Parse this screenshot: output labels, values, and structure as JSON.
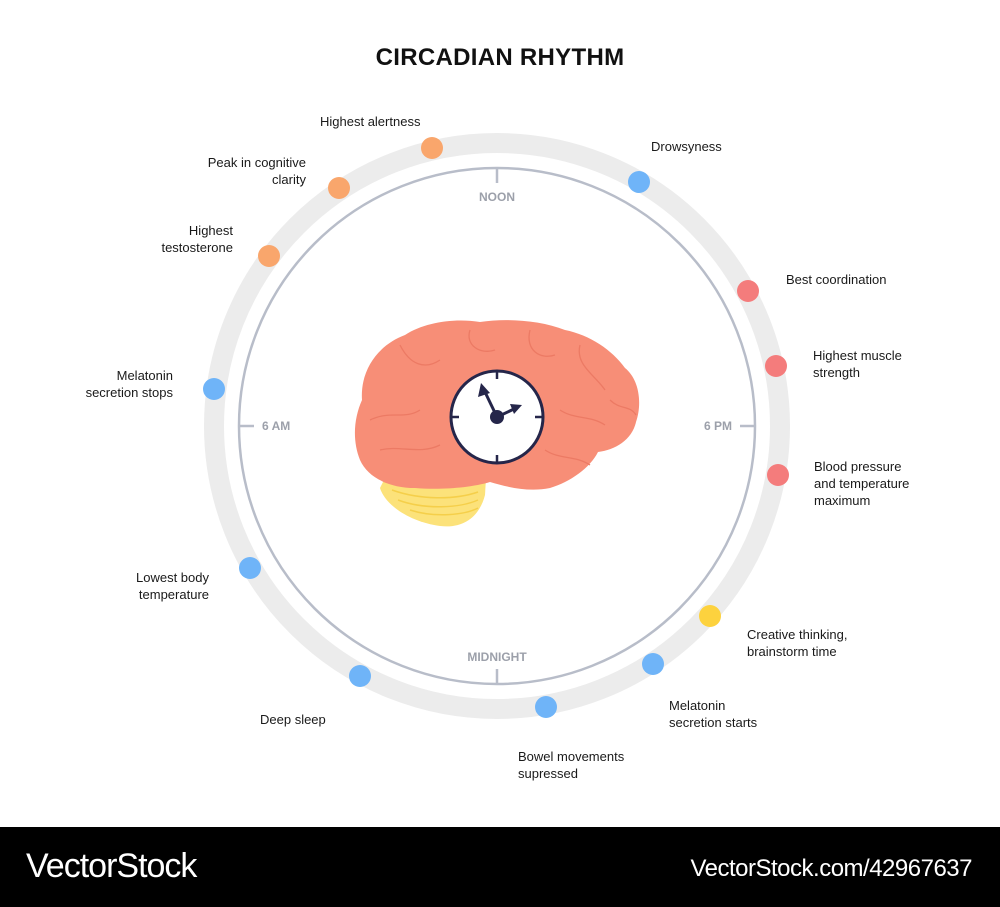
{
  "title": "CIRCADIAN RHYTHM",
  "clock_labels": {
    "noon": "NOON",
    "six_pm": "6 PM",
    "midnight": "MIDNIGHT",
    "six_am": "6 AM"
  },
  "colors": {
    "orange": "#F9A66C",
    "blue": "#6FB4F8",
    "red": "#F47C7C",
    "yellow": "#FDD23E",
    "ring_band": "#ECECEC",
    "inner_ring": "#B8BDC9",
    "clock_dark": "#25264A",
    "brain": "#F78E77",
    "cerebellum": "#FCE27A"
  },
  "events": [
    {
      "label_lines": [
        "Highest alertness"
      ],
      "color": "orange"
    },
    {
      "label_lines": [
        "Peak in cognitive",
        "clarity"
      ],
      "color": "orange"
    },
    {
      "label_lines": [
        "Highest",
        "testosterone"
      ],
      "color": "orange"
    },
    {
      "label_lines": [
        "Melatonin",
        "secretion stops"
      ],
      "color": "blue"
    },
    {
      "label_lines": [
        "Lowest body",
        "temperature"
      ],
      "color": "blue"
    },
    {
      "label_lines": [
        "Deep sleep"
      ],
      "color": "blue"
    },
    {
      "label_lines": [
        "Bowel movements",
        "supressed"
      ],
      "color": "blue"
    },
    {
      "label_lines": [
        "Melatonin",
        "secretion starts"
      ],
      "color": "blue"
    },
    {
      "label_lines": [
        "Creative thinking,",
        "brainstorm time"
      ],
      "color": "yellow"
    },
    {
      "label_lines": [
        "Blood pressure",
        "and temperature",
        "maximum"
      ],
      "color": "red"
    },
    {
      "label_lines": [
        "Highest muscle",
        "strength"
      ],
      "color": "red"
    },
    {
      "label_lines": [
        "Best coordination"
      ],
      "color": "red"
    },
    {
      "label_lines": [
        "Drowsyness"
      ],
      "color": "blue"
    }
  ],
  "labels": {
    "highest_alertness": "Highest alertness",
    "peak_cognitive_1": "Peak in cognitive",
    "peak_cognitive_2": "clarity",
    "testosterone_1": "Highest",
    "testosterone_2": "testosterone",
    "melatonin_stops_1": "Melatonin",
    "melatonin_stops_2": "secretion stops",
    "lowest_temp_1": "Lowest body",
    "lowest_temp_2": "temperature",
    "deep_sleep": "Deep sleep",
    "bowel_1": "Bowel movements",
    "bowel_2": "supressed",
    "melatonin_starts_1": "Melatonin",
    "melatonin_starts_2": "secretion starts",
    "creative_1": "Creative thinking,",
    "creative_2": "brainstorm time",
    "bp_1": "Blood pressure",
    "bp_2": "and temperature",
    "bp_3": "maximum",
    "muscle_1": "Highest muscle",
    "muscle_2": "strength",
    "coordination": "Best coordination",
    "drowsyness": "Drowsyness"
  },
  "footer": {
    "brand": "VectorStock",
    "url": "VectorStock.com/42967637"
  }
}
